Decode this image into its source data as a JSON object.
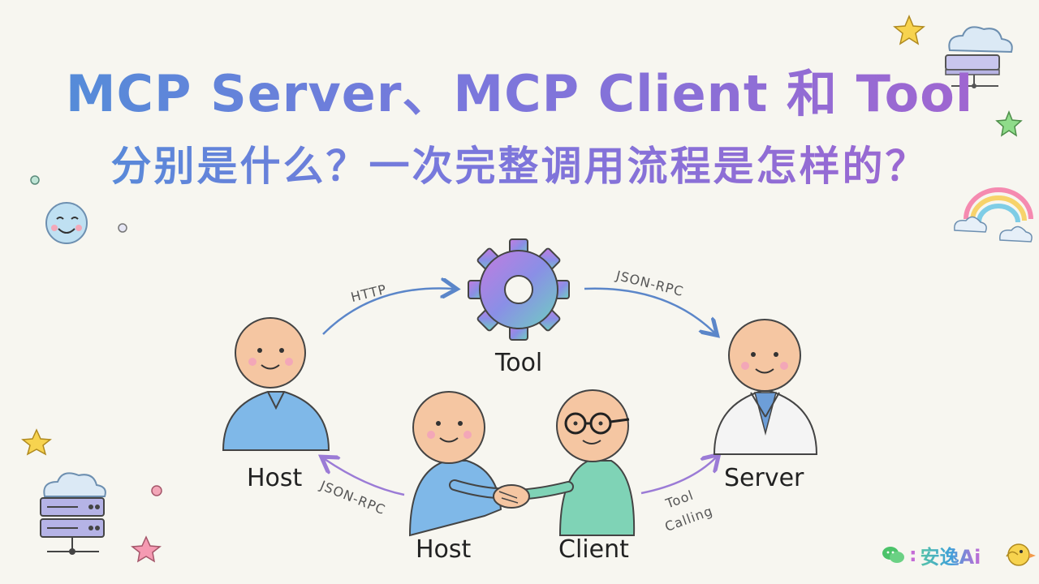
{
  "header": {
    "title_line1": "MCP Server、MCP Client 和 Tool",
    "title_line2": "分别是什么？一次完整调用流程是怎样的？"
  },
  "diagram": {
    "nodes": {
      "tool": "Tool",
      "host_left": "Host",
      "server": "Server",
      "host_bottom": "Host",
      "client": "Client"
    },
    "edges": {
      "host_to_tool": "HTTP",
      "tool_to_server": "JSON-RPC",
      "host_return": "JSON-RPC",
      "client_to_server_1": "Tool",
      "client_to_server_2": "Calling"
    }
  },
  "brand": {
    "separator": ":",
    "name": "安逸Ai"
  },
  "colors": {
    "title_gradient_start": "#4f8fd8",
    "title_gradient_end": "#a464cf",
    "arrow_blue": "#5b86c9",
    "arrow_purple": "#9b7bd6"
  },
  "icons": [
    "gear-icon",
    "wechat-icon",
    "bird-icon",
    "star-icon",
    "cloud-icon",
    "rainbow-icon",
    "smiley-sun-icon",
    "server-stack-icon"
  ]
}
